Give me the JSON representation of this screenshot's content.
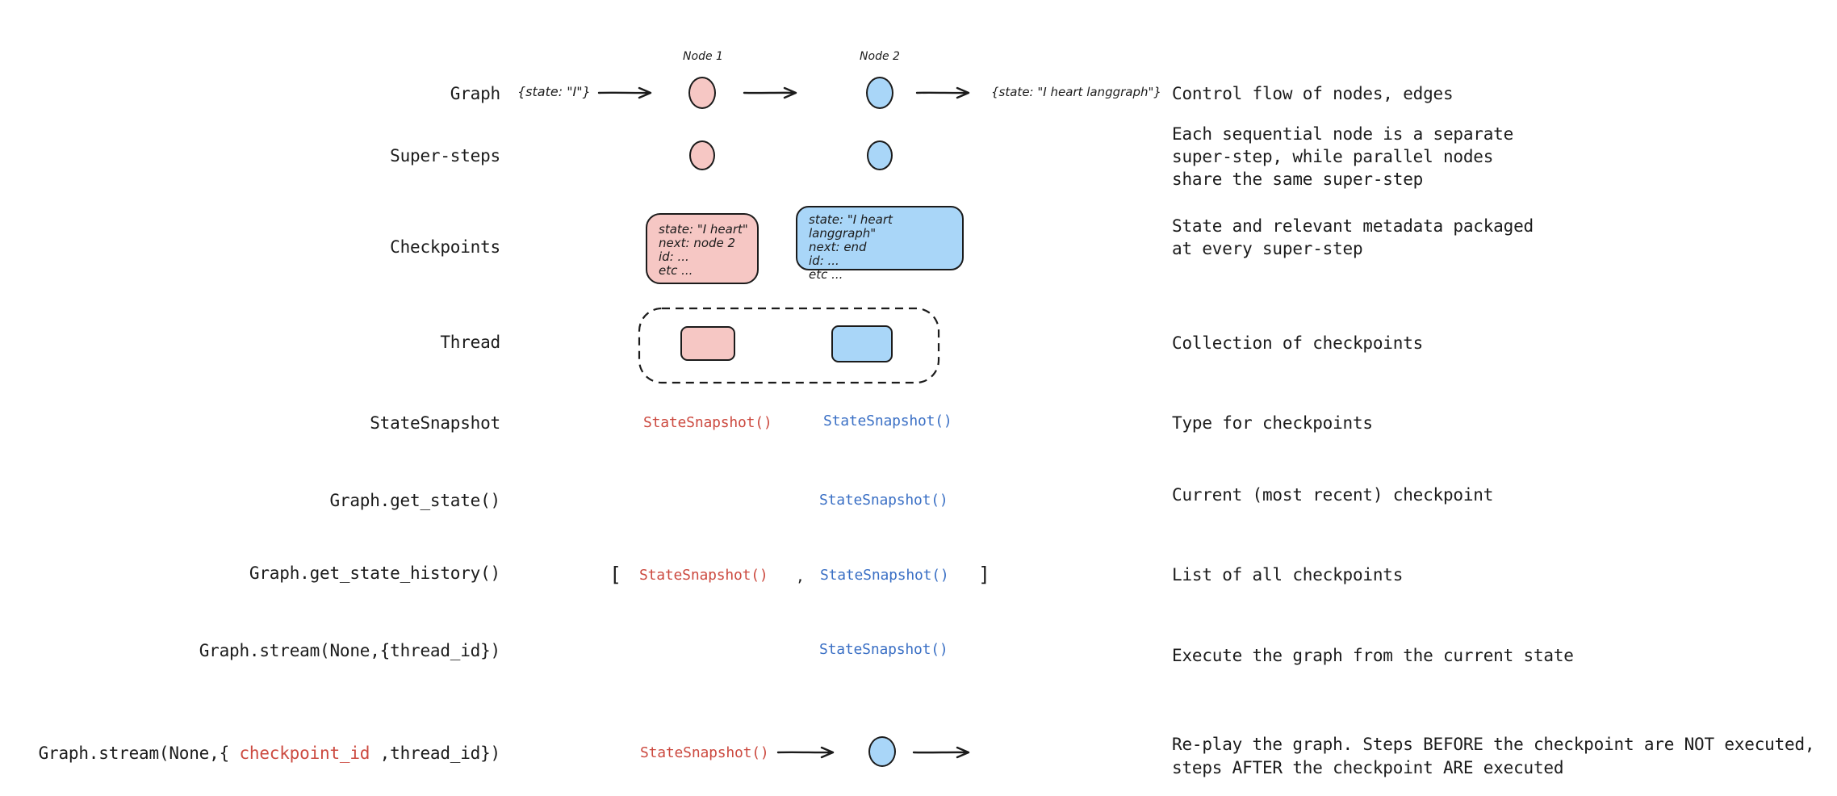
{
  "colors": {
    "background": "#ffffff",
    "ink": "#1b1b1b",
    "pink_fill": "#f6c7c4",
    "blue_fill": "#a9d6f8",
    "red_code": "#cc4a40",
    "blue_code": "#3b70c5"
  },
  "rows": [
    {
      "label": "Graph",
      "description": "Control flow of nodes, edges"
    },
    {
      "label": "Super-steps",
      "description": "Each sequential node is a separate\nsuper-step, while parallel nodes\nshare the same super-step"
    },
    {
      "label": "Checkpoints",
      "description": "State and relevant metadata packaged\nat every super-step"
    },
    {
      "label": "Thread",
      "description": "Collection of checkpoints"
    },
    {
      "label": "StateSnapshot",
      "description": "Type for checkpoints"
    },
    {
      "label": "Graph.get_state()",
      "description": "Current (most recent) checkpoint"
    },
    {
      "label": "Graph.get_state_history()",
      "description": "List of all checkpoints"
    },
    {
      "label": "Graph.stream(None,{thread_id})",
      "description": "Execute the graph from the current state"
    },
    {
      "label_pre": "Graph.stream(None,{ ",
      "label_highlight": "checkpoint_id",
      "label_post": " ,thread_id})",
      "description": "Re-play the graph. Steps BEFORE the checkpoint are NOT executed,\nsteps AFTER the checkpoint ARE executed"
    }
  ],
  "graph_flow": {
    "input_state": "{state: \"I\"}",
    "node1_label": "Node 1",
    "node2_label": "Node 2",
    "output_state": "{state: \"I heart langgraph\"}"
  },
  "checkpoints": {
    "pink_lines": "state: \"I heart\"\nnext: node 2\nid: ...\netc ...",
    "blue_lines": "state: \"I heart langgraph\"\nnext: end\nid: ...\netc ..."
  },
  "code": {
    "state_snapshot": "StateSnapshot()"
  },
  "history": {
    "open_bracket": "[",
    "comma": ",",
    "close_bracket": "]"
  }
}
